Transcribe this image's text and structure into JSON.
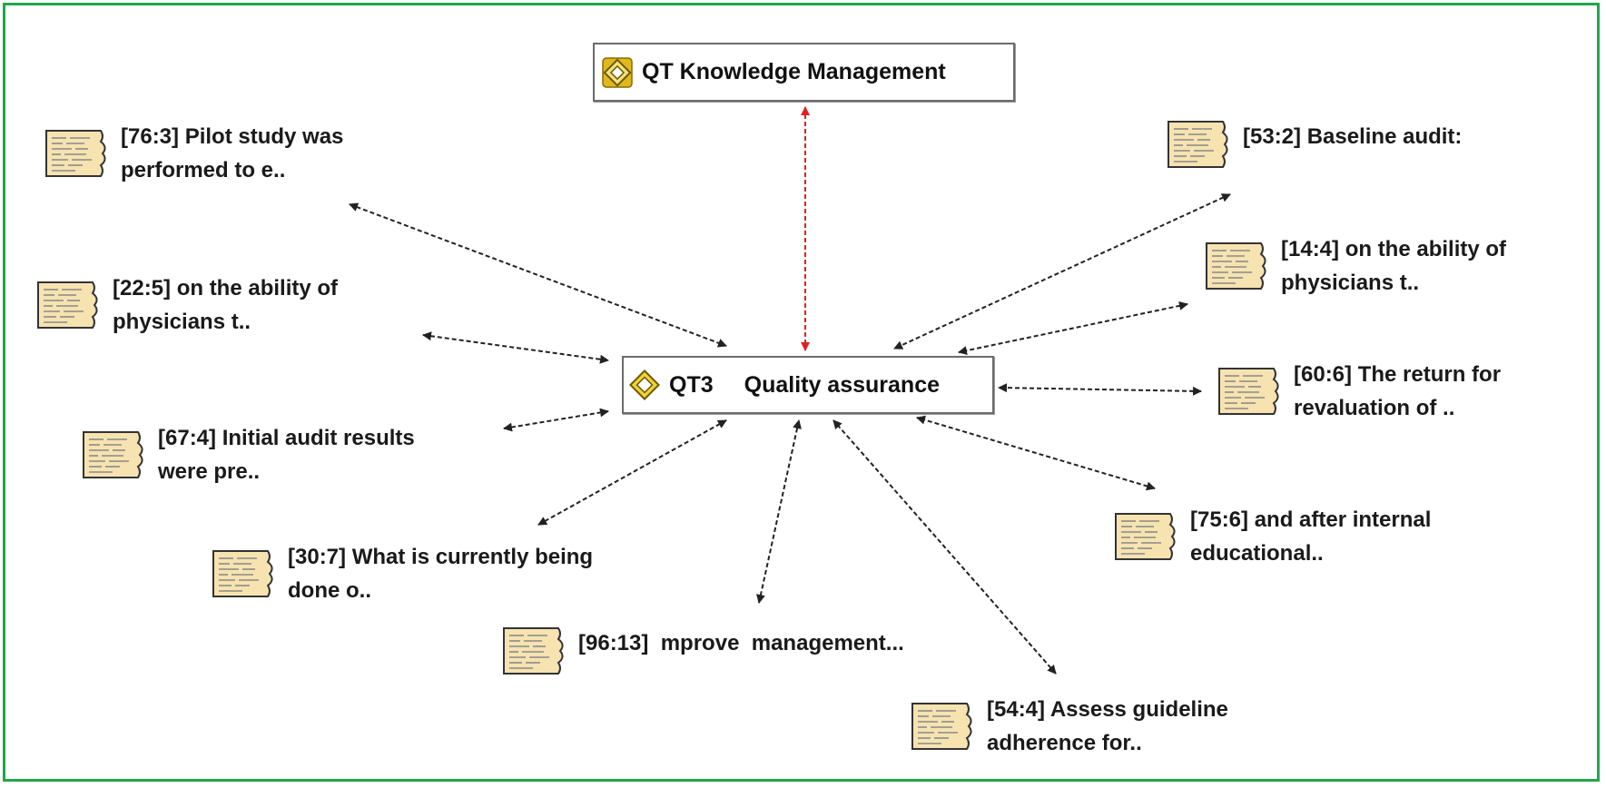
{
  "colors": {
    "frame": "#22a64a",
    "connector": "#222222",
    "highlight_connector": "#e02020",
    "note_fill": "#f6e3b0",
    "code_icon_fill": "#f2d23a"
  },
  "codes": {
    "parent": {
      "icon": "code-family-icon",
      "label": "QT Knowledge Management"
    },
    "center": {
      "icon": "code-icon",
      "id": "QT3",
      "label": "Quality assurance"
    }
  },
  "quotations": [
    {
      "name": "quote-76-3",
      "ref": "[76:3]",
      "line1": "Pilot study was",
      "line2": "performed to e.."
    },
    {
      "name": "quote-22-5",
      "ref": "[22:5]",
      "line1": "on the ability of",
      "line2": "physicians t.."
    },
    {
      "name": "quote-67-4",
      "ref": "[67:4]",
      "line1": "Initial audit results",
      "line2": "were pre.."
    },
    {
      "name": "quote-30-7",
      "ref": "[30:7]",
      "line1": "What is currently being",
      "line2": "done o.."
    },
    {
      "name": "quote-96-13",
      "ref": "[96:13]",
      "line1": " mprove  management...",
      "line2": ""
    },
    {
      "name": "quote-54-4",
      "ref": "[54:4]",
      "line1": "Assess guideline",
      "line2": "adherence for.."
    },
    {
      "name": "quote-75-6",
      "ref": "[75:6]",
      "line1": "and after internal",
      "line2": "educational.."
    },
    {
      "name": "quote-60-6",
      "ref": "[60:6]",
      "line1": "The return for",
      "line2": "revaluation of .."
    },
    {
      "name": "quote-14-4",
      "ref": "[14:4]",
      "line1": "on the ability of",
      "line2": "physicians t.."
    },
    {
      "name": "quote-53-2",
      "ref": "[53:2]",
      "line1": "Baseline audit:",
      "line2": ""
    }
  ]
}
